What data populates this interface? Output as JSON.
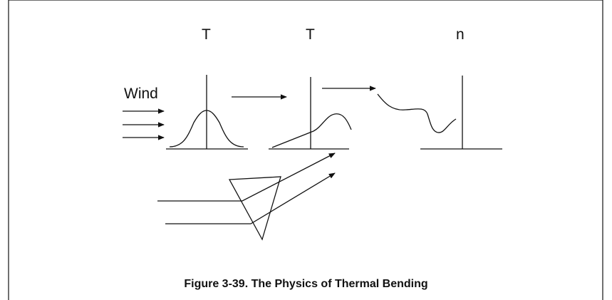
{
  "diagram": {
    "labels": {
      "panel1": "T",
      "panel2": "T",
      "panel3": "n",
      "wind": "Wind"
    },
    "caption": "Figure 3-39. The Physics of Thermal Bending"
  }
}
